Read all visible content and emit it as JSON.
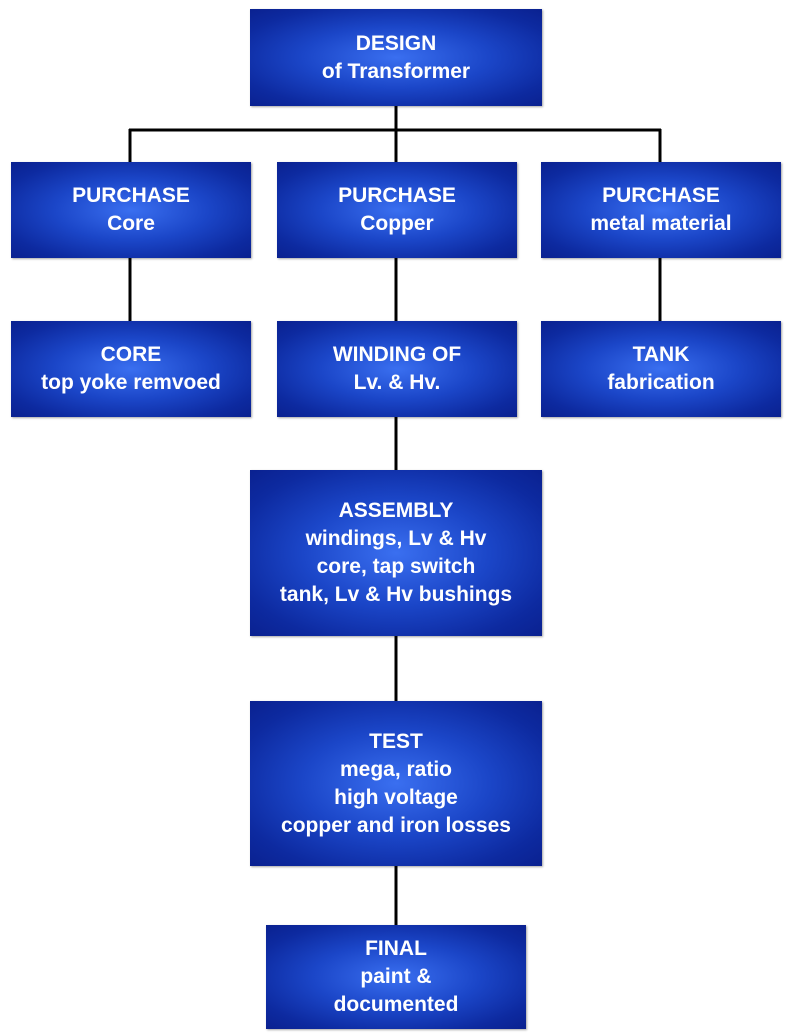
{
  "boxes": {
    "design": {
      "lines": [
        "DESIGN",
        "of Transformer"
      ]
    },
    "pcore": {
      "lines": [
        "PURCHASE",
        "Core"
      ]
    },
    "pcopper": {
      "lines": [
        "PURCHASE",
        "Copper"
      ]
    },
    "pmetal": {
      "lines": [
        "PURCHASE",
        "metal material"
      ]
    },
    "core": {
      "lines": [
        "CORE",
        "top yoke remvoed"
      ]
    },
    "winding": {
      "lines": [
        "WINDING OF",
        "Lv. & Hv."
      ]
    },
    "tank": {
      "lines": [
        "TANK",
        "fabrication"
      ]
    },
    "assembly": {
      "lines": [
        "ASSEMBLY",
        "windings, Lv & Hv",
        "core, tap switch",
        "tank, Lv & Hv bushings"
      ]
    },
    "test": {
      "lines": [
        "TEST",
        "mega, ratio",
        "high voltage",
        "copper and iron losses"
      ]
    },
    "final": {
      "lines": [
        "FINAL",
        "paint &",
        "documented"
      ]
    }
  },
  "colors": {
    "box_center": "#3a6ff0",
    "box_edge": "#0a2190",
    "connector": "#000000",
    "text": "#ffffff"
  }
}
